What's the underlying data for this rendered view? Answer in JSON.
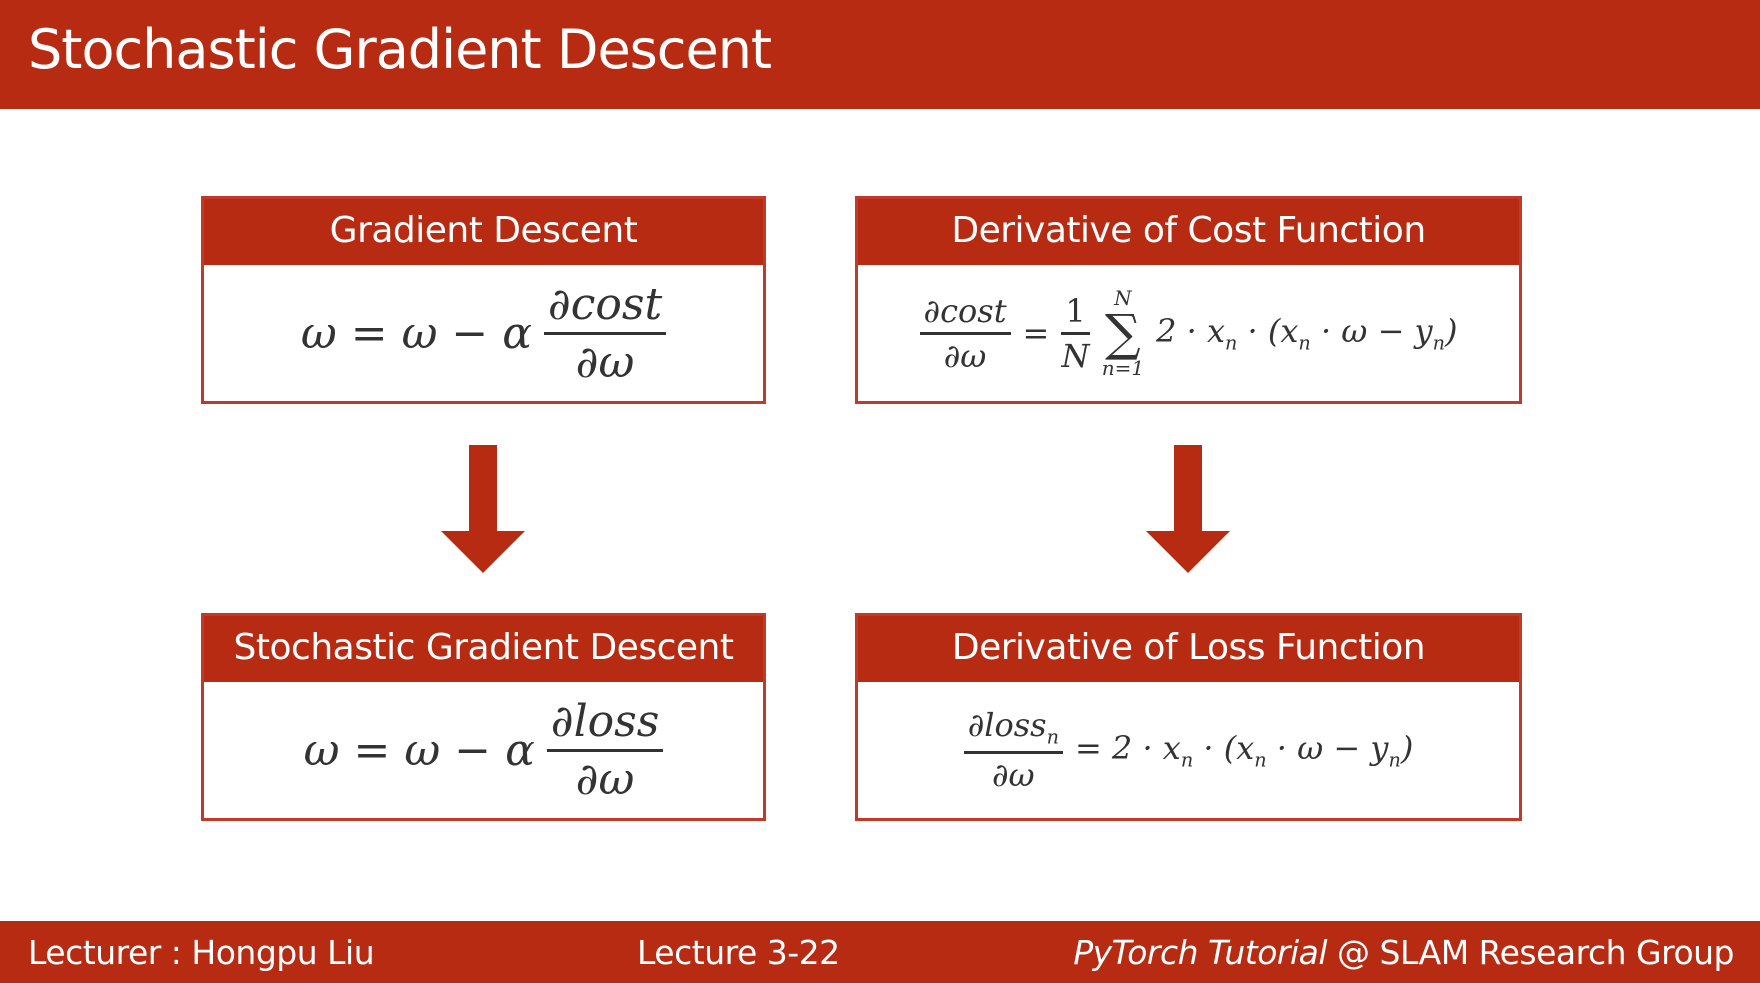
{
  "header": {
    "title": "Stochastic Gradient Descent"
  },
  "boxes": {
    "gd": {
      "title": "Gradient Descent",
      "lhs": "ω = ω − α",
      "num": "∂cost",
      "den": "∂ω"
    },
    "dcost": {
      "title": "Derivative of Cost Function",
      "num": "∂cost",
      "den": "∂ω",
      "eq": "=",
      "one": "1",
      "N": "N",
      "sum_top": "N",
      "sum_sym": "∑",
      "sum_bottom": "n=1",
      "rhs": "2 · x",
      "sub1": "n",
      "rhs2": " · (x",
      "sub2": "n",
      "rhs3": " · ω − y",
      "sub3": "n",
      "rhs4": ")"
    },
    "sgd": {
      "title": "Stochastic Gradient Descent",
      "lhs": "ω = ω − α",
      "num": "∂loss",
      "den": "∂ω"
    },
    "dloss": {
      "title": "Derivative of Loss Function",
      "num": "∂loss",
      "num_sub": "n",
      "den": "∂ω",
      "rhs": "= 2 · x",
      "sub1": "n",
      "rhs2": " · (x",
      "sub2": "n",
      "rhs3": " · ω − y",
      "sub3": "n",
      "rhs4": ")"
    }
  },
  "footer": {
    "lecturer": "Lecturer : Hongpu Liu",
    "lecture": "Lecture 3-22",
    "course": "PyTorch Tutorial",
    "group": " @ SLAM Research Group"
  },
  "colors": {
    "accent": "#b72b12"
  }
}
